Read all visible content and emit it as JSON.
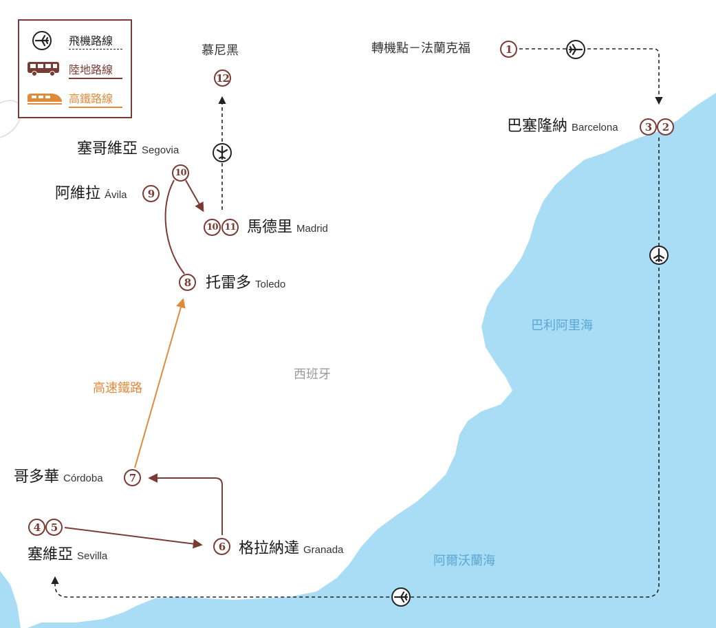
{
  "legend": {
    "flight": "飛機路線",
    "land": "陸地路線",
    "rail": "高鐵路線"
  },
  "places": {
    "munich": "慕尼黑",
    "frankfurt": "轉機點－法蘭克福",
    "barcelona_zh": "巴塞隆納",
    "barcelona_en": "Barcelona",
    "segovia_zh": "塞哥維亞",
    "segovia_en": "Segovia",
    "avila_zh": "阿維拉",
    "avila_en": "Ávila",
    "madrid_zh": "馬德里",
    "madrid_en": "Madrid",
    "toledo_zh": "托雷多",
    "toledo_en": "Toledo",
    "cordoba_zh": "哥多華",
    "cordoba_en": "Córdoba",
    "sevilla_zh": "塞維亞",
    "sevilla_en": "Sevilla",
    "granada_zh": "格拉納達",
    "granada_en": "Granada"
  },
  "regions": {
    "balearic_sea": "巴利阿里海",
    "alboran_sea": "阿爾沃蘭海",
    "spain": "西班牙"
  },
  "route_label_rail": "高速鐵路",
  "stops": {
    "s1": "1",
    "s2": "2",
    "s3": "3",
    "s4": "4",
    "s5": "5",
    "s6": "6",
    "s7": "7",
    "s8": "8",
    "s9": "9",
    "s10a": "10",
    "s10b": "10",
    "s11": "11",
    "s12": "12"
  },
  "colors": {
    "sea": "#a9dcf5",
    "land_route": "#7a3b34",
    "rail_route": "#e08a3c",
    "flight_route": "#222222"
  },
  "icons": {
    "flight": "airplane-icon",
    "land": "bus-icon",
    "rail": "train-icon"
  }
}
